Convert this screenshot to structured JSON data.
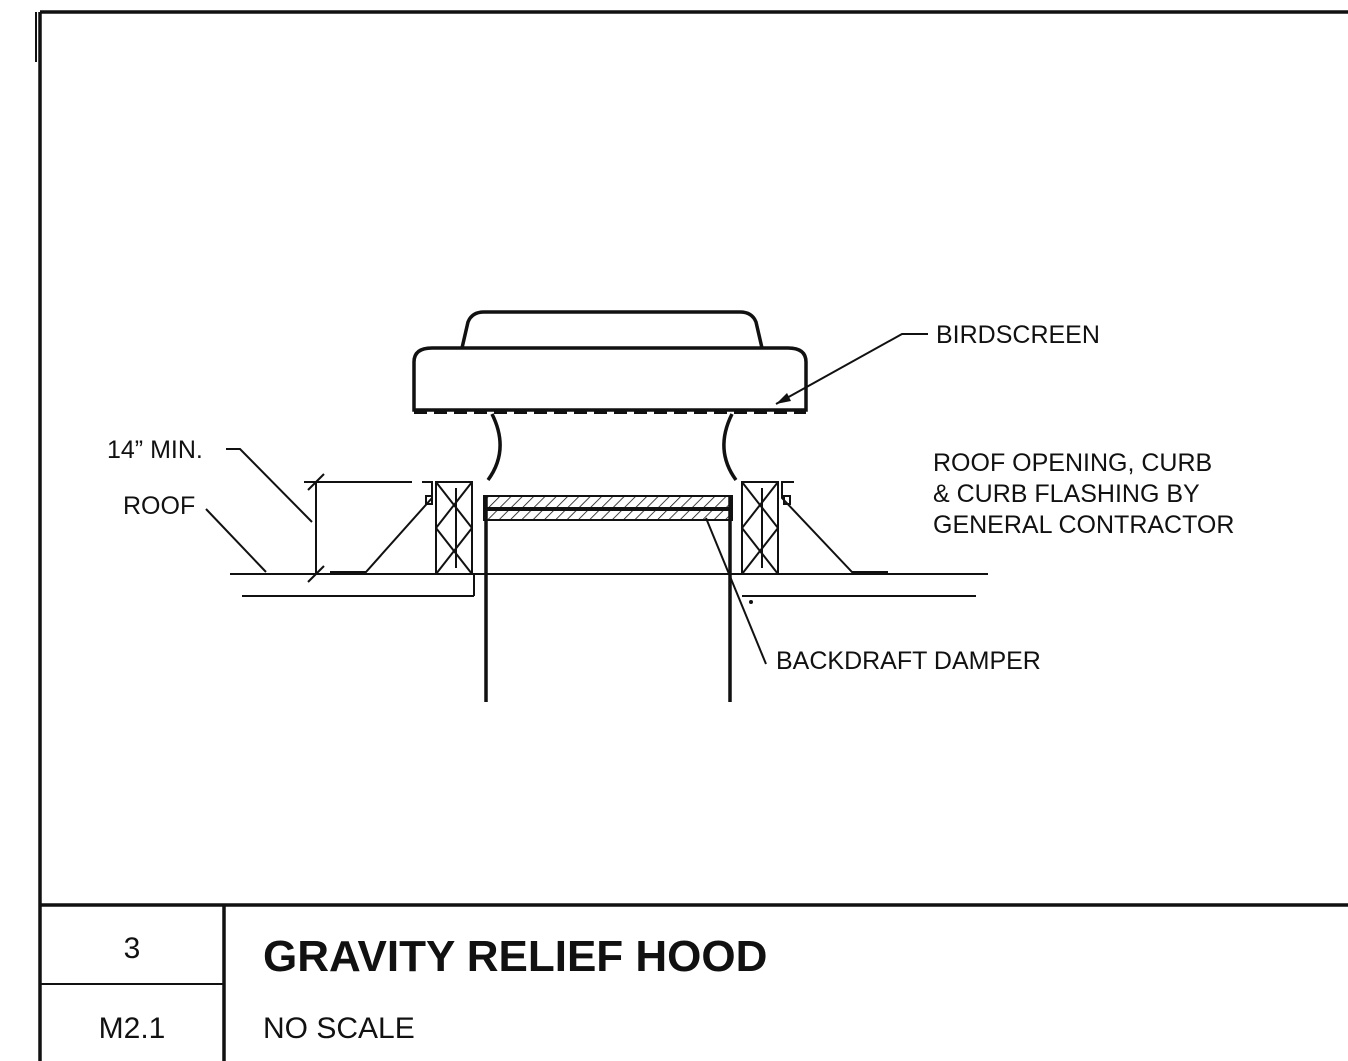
{
  "detail": {
    "labels": {
      "birdscreen": "BIRDSCREEN",
      "min_height": "14” MIN.",
      "roof": "ROOF",
      "note_line1": "ROOF OPENING, CURB",
      "note_line2": "& CURB FLASHING BY",
      "note_line3": "GENERAL CONTRACTOR",
      "backdraft": "BACKDRAFT DAMPER"
    }
  },
  "title_block": {
    "detail_number": "3",
    "sheet_number": "M2.1",
    "title": "GRAVITY RELIEF HOOD",
    "scale": "NO SCALE"
  }
}
